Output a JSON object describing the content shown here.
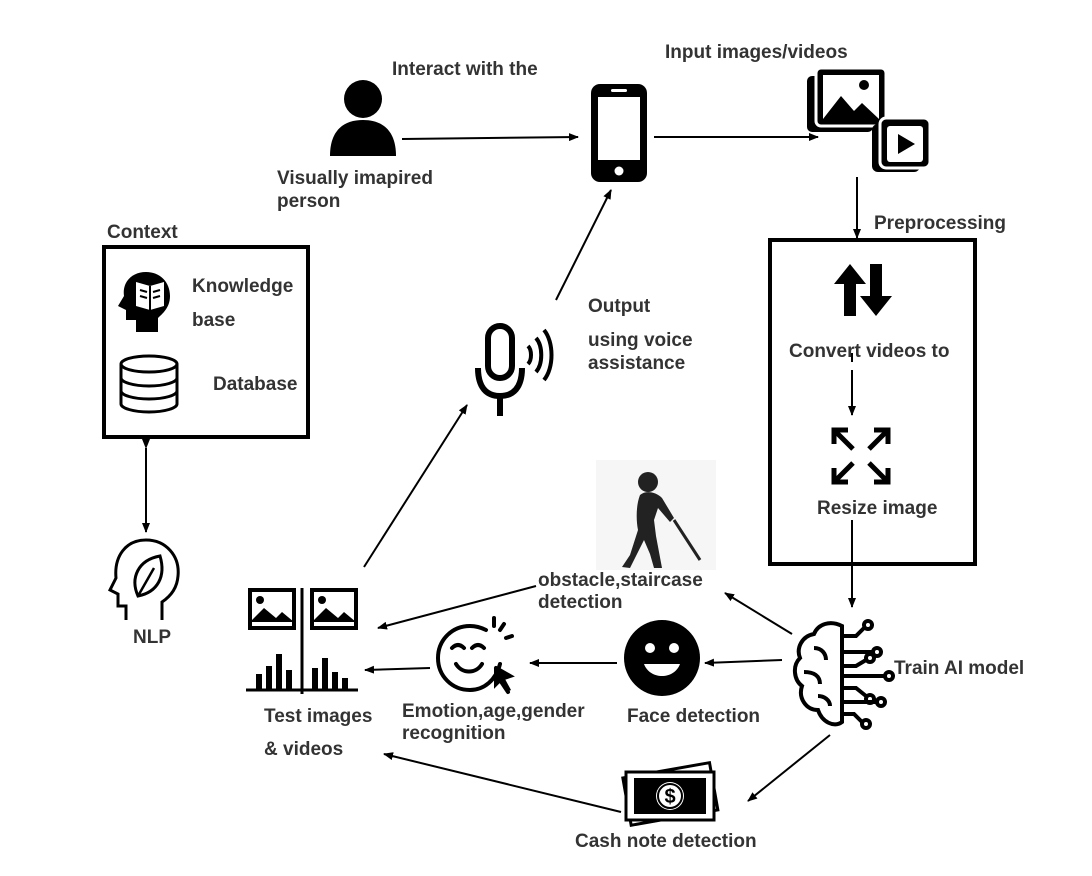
{
  "diagram": {
    "labels": {
      "interact": "Interact with the",
      "person_line1": "Visually imapired",
      "person_line2": "person",
      "input_media": "Input images/videos",
      "preprocessing": "Preprocessing",
      "context": "Context",
      "knowledge_line1": "Knowledge",
      "knowledge_line2": "base",
      "database": "Database",
      "output_line1": "Output",
      "output_line2": "using voice",
      "output_line3": "assistance",
      "convert_videos": "Convert videos to",
      "resize_image": "Resize image",
      "obstacle_line1": "obstacle,staircase",
      "obstacle_line2": "detection",
      "train_model": "Train AI model",
      "face_detection": "Face detection",
      "emotion_line1": "Emotion,age,gender",
      "emotion_line2": "recognition",
      "test_line1": "Test images",
      "test_line2": "& videos",
      "cash_note": "Cash note detection",
      "nlp": "NLP"
    },
    "icons": [
      "person-icon",
      "smartphone-icon",
      "image-icon",
      "video-play-icon",
      "head-book-icon",
      "database-icon",
      "microphone-icon",
      "swap-arrows-icon",
      "expand-icon",
      "blind-person-cane-icon",
      "ai-brain-icon",
      "smiley-face-icon",
      "emotion-face-icon",
      "test-media-chart-icon",
      "cash-note-icon",
      "head-leaf-icon"
    ],
    "colors": {
      "text": "#333333",
      "stroke": "#000000",
      "background": "#ffffff"
    }
  }
}
